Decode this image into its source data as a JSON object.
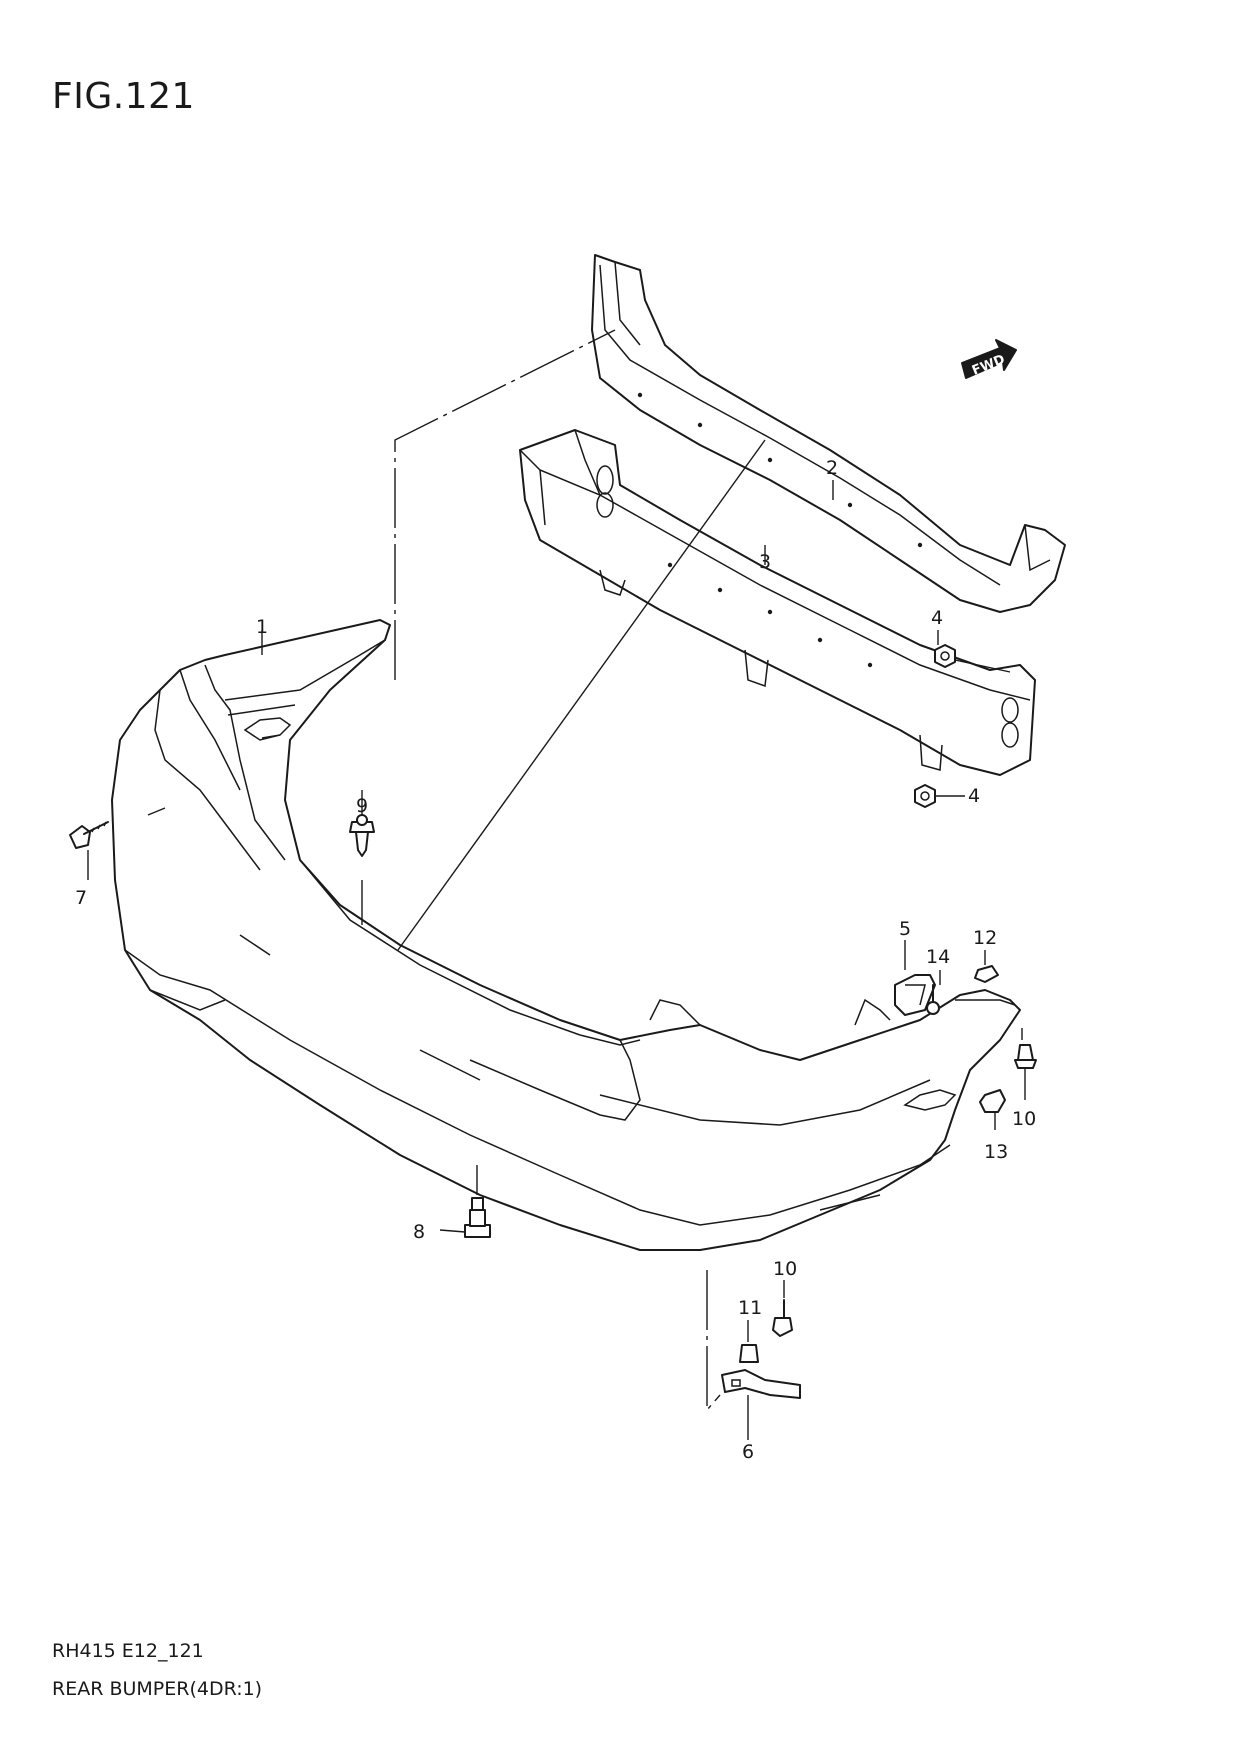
{
  "figure": {
    "title": "FIG.121",
    "code": "RH415 E12_121",
    "caption": "REAR BUMPER(4DR:1)",
    "direction_badge": "FWD"
  },
  "callouts": [
    {
      "id": "c1",
      "label": "1"
    },
    {
      "id": "c2",
      "label": "2"
    },
    {
      "id": "c3",
      "label": "3"
    },
    {
      "id": "c4a",
      "label": "4"
    },
    {
      "id": "c4b",
      "label": "4"
    },
    {
      "id": "c5",
      "label": "5"
    },
    {
      "id": "c6",
      "label": "6"
    },
    {
      "id": "c7",
      "label": "7"
    },
    {
      "id": "c8",
      "label": "8"
    },
    {
      "id": "c9",
      "label": "9"
    },
    {
      "id": "c10a",
      "label": "10"
    },
    {
      "id": "c10b",
      "label": "10"
    },
    {
      "id": "c11",
      "label": "11"
    },
    {
      "id": "c12",
      "label": "12"
    },
    {
      "id": "c13",
      "label": "13"
    },
    {
      "id": "c14",
      "label": "14"
    }
  ]
}
